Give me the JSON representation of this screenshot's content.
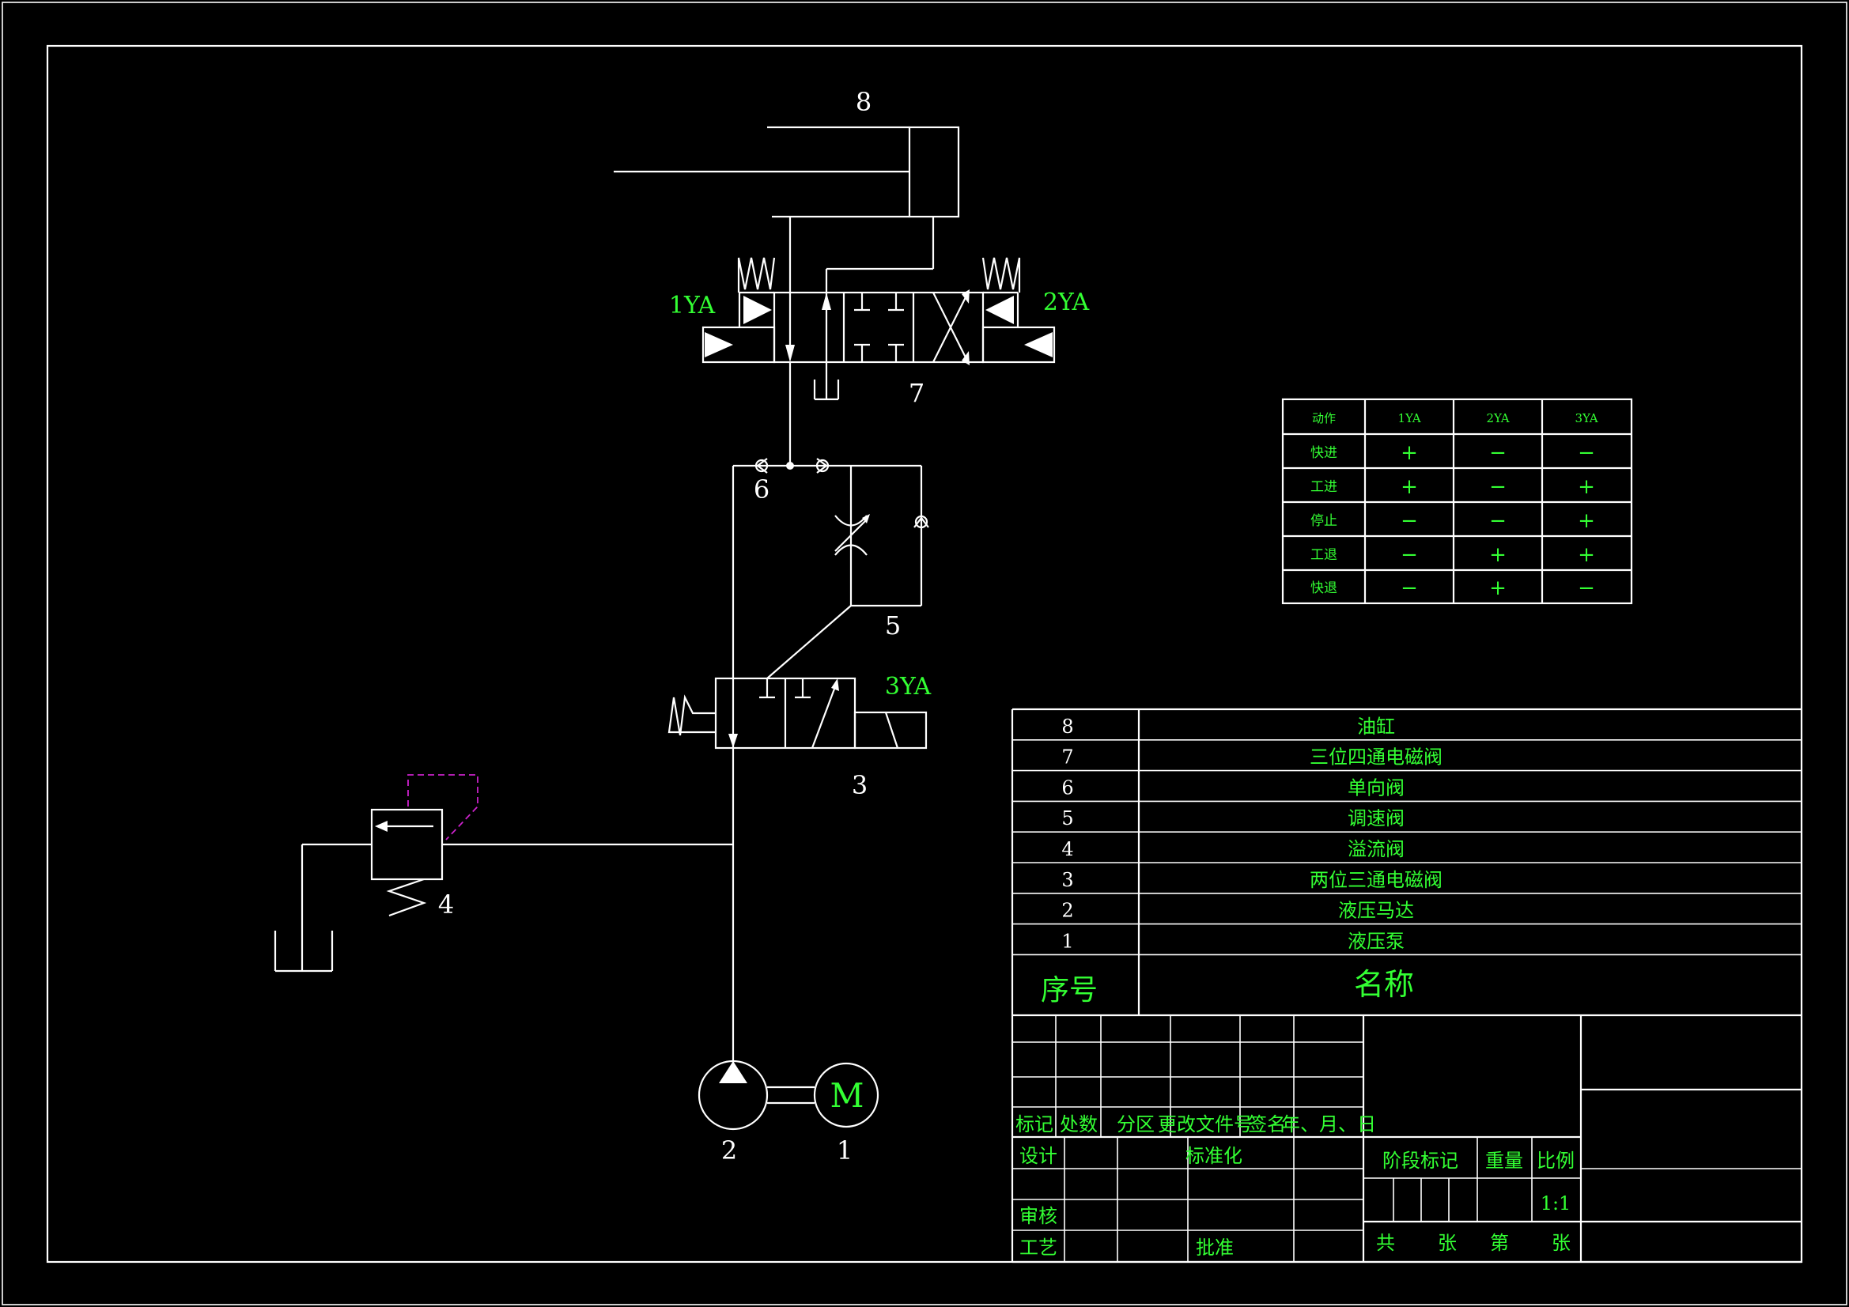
{
  "colors": {
    "background": "#000000",
    "line": "#ffffff",
    "text_green": "#33ff33",
    "pilot_dash": "#cc22cc"
  },
  "labels": {
    "cyl": "8",
    "valve7": "7",
    "check6": "6",
    "speed5": "5",
    "valve3": "3",
    "relief4": "4",
    "motor2": "2",
    "pump1": "1",
    "ya1": "1YA",
    "ya2": "2YA",
    "ya3": "3YA",
    "motor_M": "M"
  },
  "action_table": {
    "headers": [
      "动作",
      "1YA",
      "2YA",
      "3YA"
    ],
    "rows": [
      [
        "快进",
        "+",
        "−",
        "−"
      ],
      [
        "工进",
        "+",
        "−",
        "+"
      ],
      [
        "停止",
        "−",
        "−",
        "+"
      ],
      [
        "工退",
        "−",
        "+",
        "+"
      ],
      [
        "快退",
        "−",
        "+",
        "−"
      ]
    ]
  },
  "parts": {
    "rows": [
      {
        "no": "8",
        "name": "油缸"
      },
      {
        "no": "7",
        "name": "三位四通电磁阀"
      },
      {
        "no": "6",
        "name": "单向阀"
      },
      {
        "no": "5",
        "name": "调速阀"
      },
      {
        "no": "4",
        "name": "溢流阀"
      },
      {
        "no": "3",
        "name": "两位三通电磁阀"
      },
      {
        "no": "2",
        "name": "液压马达"
      },
      {
        "no": "1",
        "name": "液压泵"
      }
    ],
    "header_no": "序号",
    "header_name": "名称"
  },
  "title_block": {
    "rev_headers": [
      "标记",
      "处数",
      "分区",
      "更改文件号",
      "签名",
      "年、月、日"
    ],
    "design": "设计",
    "standard": "标准化",
    "review": "审核",
    "process": "工艺",
    "approve": "批准",
    "stage_mark": "阶段标记",
    "weight": "重量",
    "scale": "比例",
    "scale_value": "1:1",
    "total": "共",
    "sheets": "张",
    "page": "第",
    "sheet2": "张"
  }
}
